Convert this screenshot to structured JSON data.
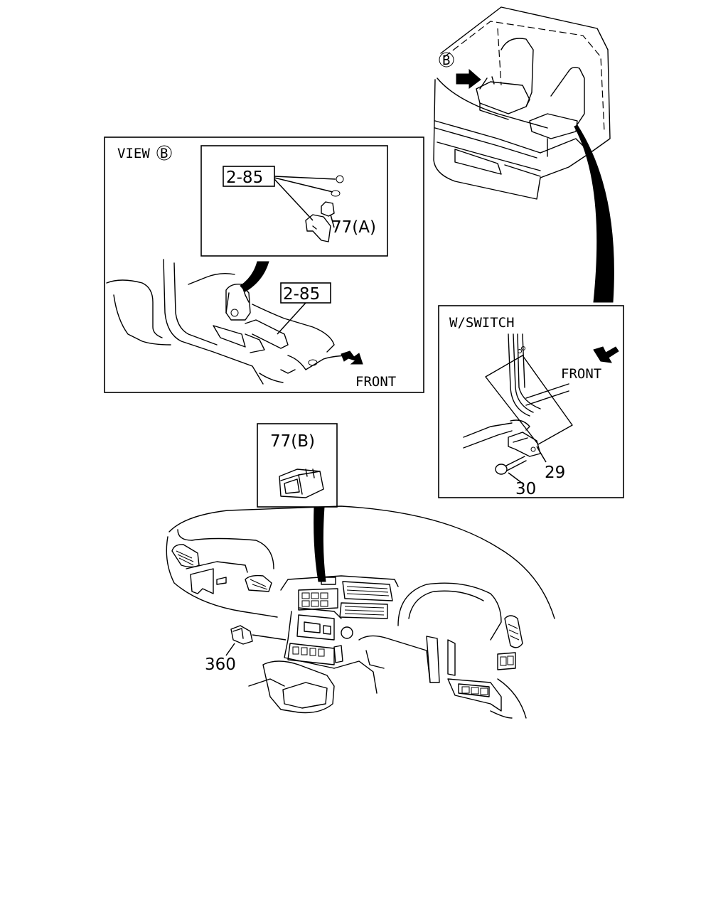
{
  "view_b": {
    "title": "VIEW",
    "view_marker": "B",
    "front_label": "FRONT",
    "detail_ref": "2-85",
    "main_ref": "2-85",
    "part_77a": "77(A)"
  },
  "cab": {
    "view_marker": "B"
  },
  "switch_panel": {
    "title": "W/SWITCH",
    "front_label": "FRONT",
    "part_29": "29",
    "part_30": "30"
  },
  "part_77b_box": {
    "label": "77(B)"
  },
  "dashboard": {
    "part_360": "360"
  }
}
